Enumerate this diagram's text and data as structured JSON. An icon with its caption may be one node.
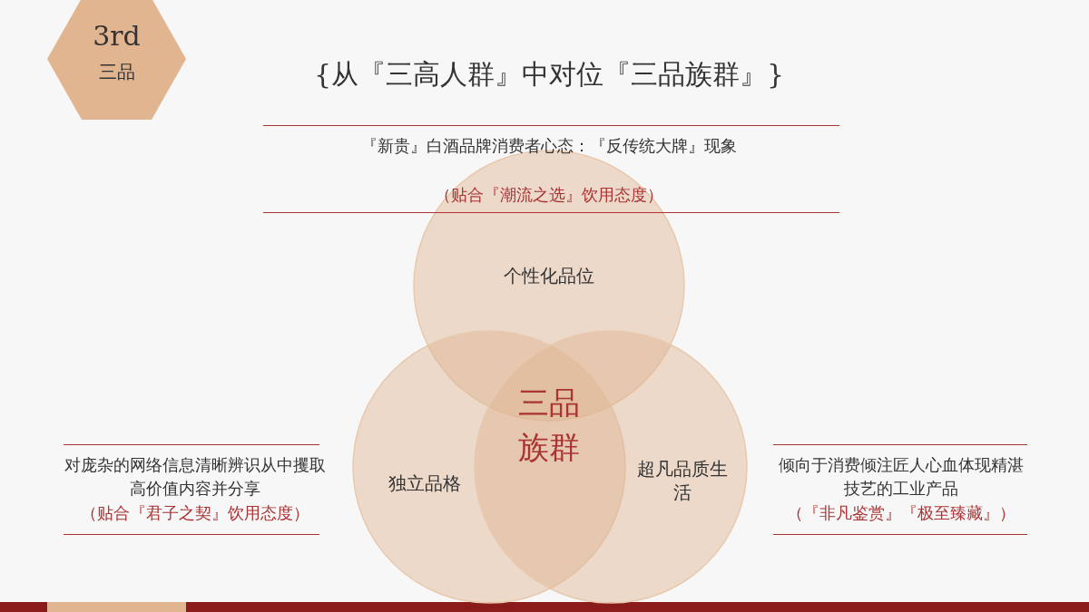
{
  "diagram": {
    "title": "{从『三高人群』中对位『三品族群』}",
    "nodes": [
      {
        "text": [
          "3rd",
          "三品"
        ]
      },
      {
        "text": [
          "个性化品位"
        ]
      },
      {
        "text": [
          "独立品格"
        ]
      },
      {
        "text": [
          "超凡品质生活"
        ]
      }
    ],
    "edges": [],
    "labels": [
      "『新贵』白酒品牌消费者心态：『反传统大牌』现象",
      "（贴合『潮流之选』饮用态度）",
      "三品族群",
      "对庞杂的网络信息清晰辨识从中攫取高价值内容并分享",
      "（贴合『君子之契』饮用态度）",
      "倾向于消费倾注匠人心血体现精湛技艺的工业产品",
      "（『非凡鉴赏』『极至臻藏』）"
    ]
  }
}
